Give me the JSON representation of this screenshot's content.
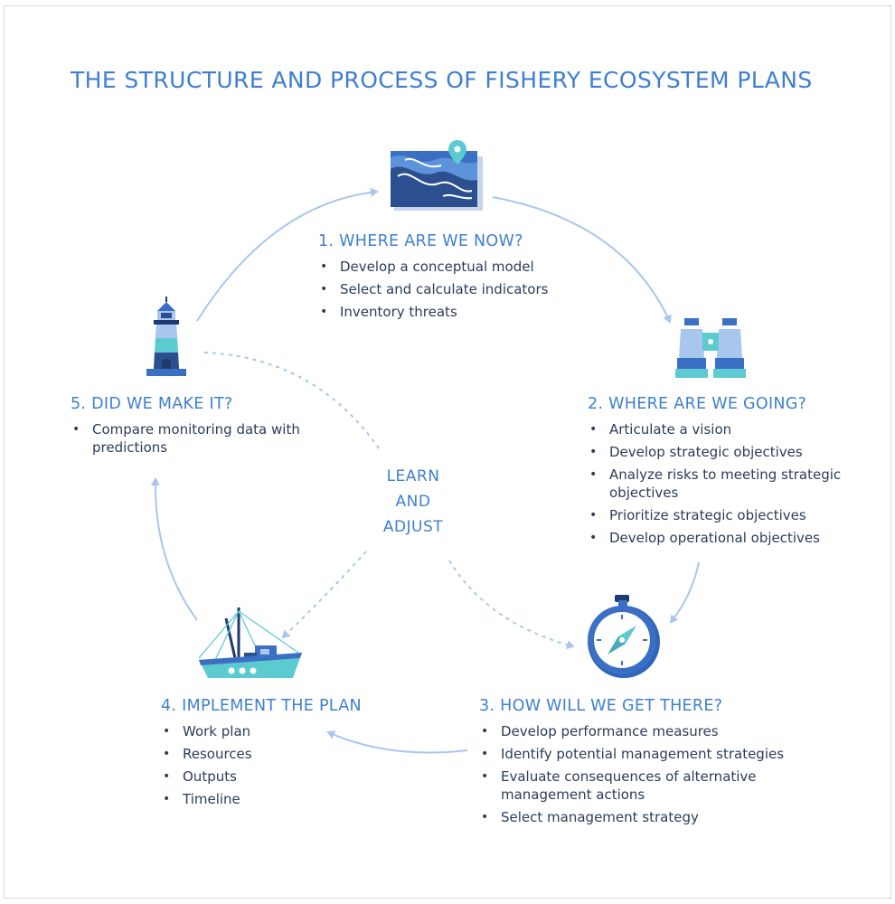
{
  "title": "THE STRUCTURE AND PROCESS OF FISHERY ECOSYSTEM PLANS",
  "center_label": [
    "LEARN",
    "AND",
    "ADJUST"
  ],
  "stages": [
    {
      "heading": "1. WHERE ARE WE NOW?",
      "icon": "map-pin-icon",
      "items": [
        "Develop a conceptual model",
        "Select and calculate indicators",
        "Inventory threats"
      ]
    },
    {
      "heading": "2. WHERE ARE WE GOING?",
      "icon": "binoculars-icon",
      "items": [
        "Articulate a vision",
        "Develop strategic objectives",
        "Analyze risks to meeting strategic objectives",
        "Prioritize strategic objectives",
        "Develop operational objectives"
      ]
    },
    {
      "heading": "3. HOW WILL WE GET THERE?",
      "icon": "compass-icon",
      "items": [
        "Develop performance measures",
        "Identify potential management strategies",
        "Evaluate consequences of alternative management actions",
        "Select management strategy"
      ]
    },
    {
      "heading": "4. IMPLEMENT THE PLAN",
      "icon": "fishing-boat-icon",
      "items": [
        "Work plan",
        "Resources",
        "Outputs",
        "Timeline"
      ]
    },
    {
      "heading": "5. DID WE MAKE IT?",
      "icon": "lighthouse-icon",
      "items": [
        "Compare monitoring data with predictions"
      ]
    }
  ],
  "colors": {
    "accent": "#3f7fd0",
    "text": "#2d3c58",
    "arrow": "#a9c6ee",
    "teal": "#5ccbd0",
    "navy": "#1f3a6e"
  }
}
